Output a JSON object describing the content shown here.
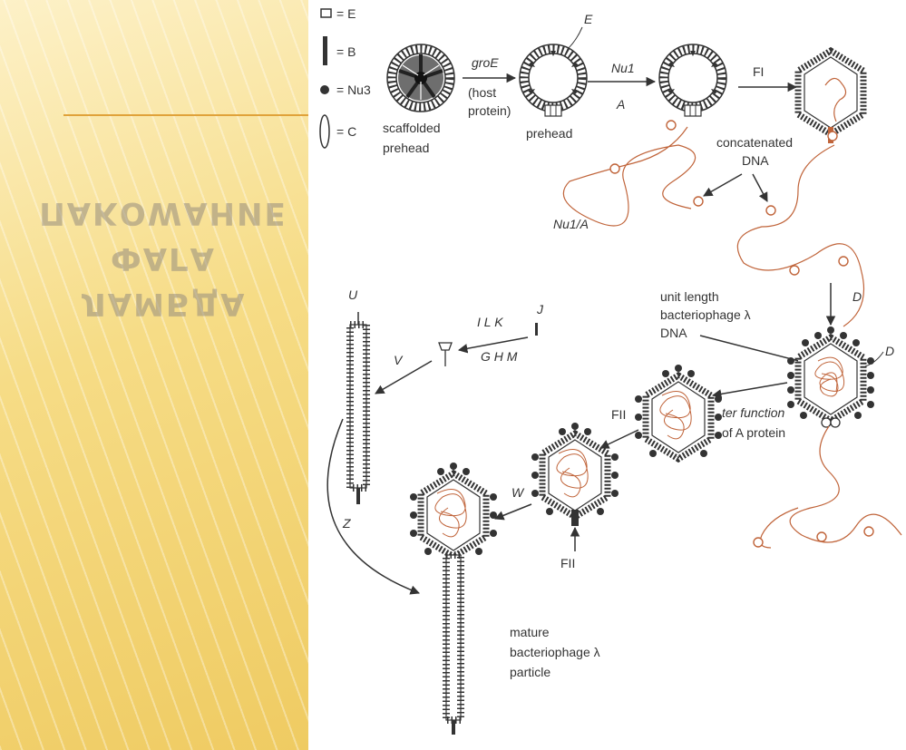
{
  "title": {
    "lines": [
      "ПАКОWАНИЕ",
      "ФАГА",
      "ЛАМБДА"
    ]
  },
  "legend": [
    {
      "label": "= E",
      "italic_letter": "E"
    },
    {
      "label": "= B"
    },
    {
      "label": "= Nu3"
    },
    {
      "label": "= C"
    }
  ],
  "labels": {
    "scaffold": [
      "scaffolded",
      "prehead"
    ],
    "groE": "groE",
    "host": [
      "(host",
      "protein)"
    ],
    "E_top": "E",
    "prehead": "prehead",
    "nu1": "Nu1",
    "A": "A",
    "fi": "FI",
    "concat": [
      "concatenated",
      "DNA"
    ],
    "nu1a": "Nu1/A",
    "D_arrow": "D",
    "D_right": "D",
    "unit": [
      "unit length",
      "bacteriophage λ",
      "DNA"
    ],
    "ter": [
      "ter function",
      "of A protein"
    ],
    "U": "U",
    "J": "J",
    "ILK": "I L K",
    "GHM": "G H M",
    "V": "V",
    "Z": "Z",
    "FII_top": "FII",
    "W": "W",
    "FII_bottom": "FII",
    "mature": [
      "mature",
      "bacteriophage λ",
      "particle"
    ]
  },
  "colors": {
    "dna": "#c0643a",
    "ink": "#333333",
    "sidebar": "#f6dc86",
    "rule": "#e0a23a"
  }
}
